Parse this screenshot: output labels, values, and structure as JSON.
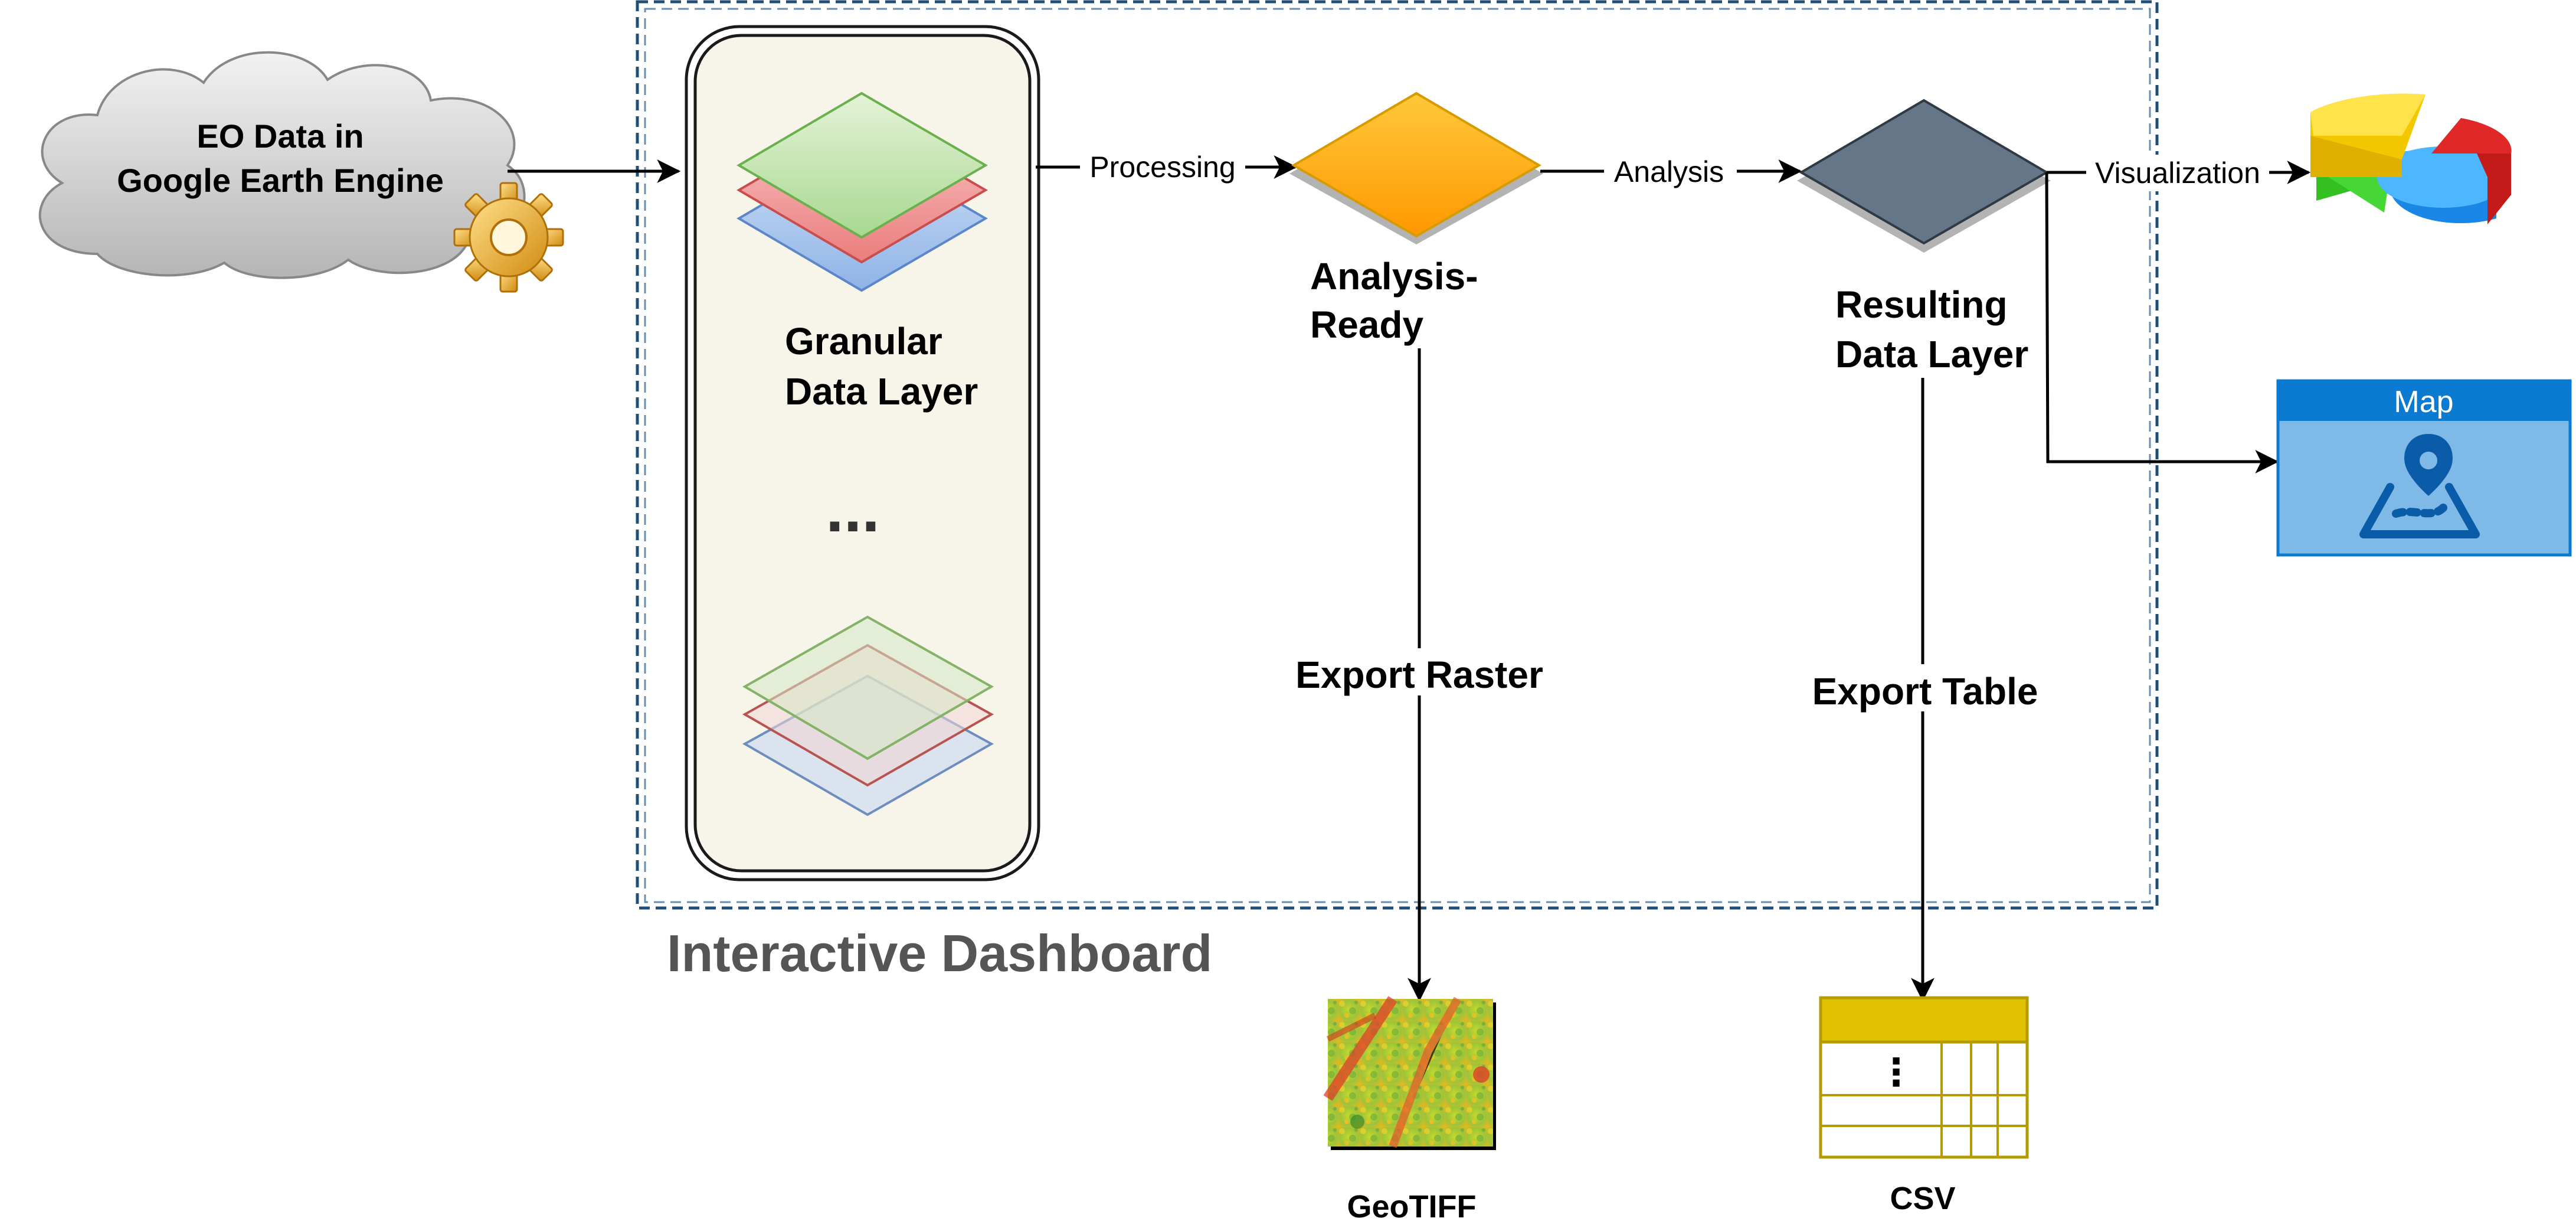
{
  "source": {
    "line1": "EO Data in",
    "line2": "Google Earth Engine"
  },
  "granular": {
    "line1": "Granular",
    "line2": "Data Layer",
    "ellipsis": "..."
  },
  "analysis_ready": {
    "line1": "Analysis-",
    "line2": "Ready"
  },
  "resulting": {
    "line1": "Resulting",
    "line2": "Data Layer"
  },
  "edges": {
    "processing": "Processing",
    "analysis": "Analysis",
    "visualization": "Visualization",
    "export_raster": "Export Raster",
    "export_table": "Export Table"
  },
  "outputs": {
    "map": "Map",
    "geotiff": "GeoTIFF",
    "csv": "CSV",
    "table_ellipsis": "⋮"
  },
  "dashboard": {
    "label": "Interactive Dashboard"
  },
  "colors": {
    "arrow": "#000000",
    "dashboard_border": "#1f4e79",
    "granular_fill": "#f7f4ea",
    "analysis_ready_fill": "#ffa500",
    "resulting_fill": "#647687",
    "map_header": "#0a7bd0",
    "map_body": "#7fb9e8",
    "csv_header": "#e0c200",
    "csv_border": "#b59b00"
  }
}
